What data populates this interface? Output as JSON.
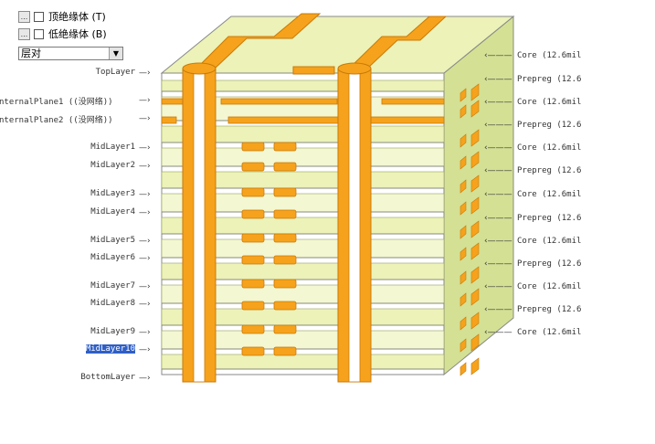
{
  "options": {
    "top_dielectric": {
      "label": "顶绝缘体 (T)",
      "checked": false
    },
    "bottom_dielectric": {
      "label": "低绝缘体 (B)",
      "checked": false
    }
  },
  "mode_select": {
    "value": "层对"
  },
  "left_labels": [
    "TopLayer",
    "nternalPlane1 ((没网络))",
    "nternalPlane2 ((没网络))",
    "MidLayer1",
    "MidLayer2",
    "MidLayer3",
    "MidLayer4",
    "MidLayer5",
    "MidLayer6",
    "MidLayer7",
    "MidLayer8",
    "MidLayer9",
    "MidLayer10",
    "BottomLayer"
  ],
  "selected_layer": "MidLayer10",
  "right_labels": [
    "Core (12.6mil",
    "Prepreg (12.6",
    "Core (12.6mil",
    "Prepreg (12.6",
    "Core (12.6mil",
    "Prepreg (12.6",
    "Core (12.6mil",
    "Prepreg (12.6",
    "Core (12.6mil",
    "Prepreg (12.6",
    "Core (12.6mil",
    "Prepreg (12.6",
    "Core (12.6mil"
  ],
  "colors": {
    "copper": "#f6a21c",
    "copper_dark": "#c87a08",
    "dielectric": "#ecf2b8",
    "dielectric_side": "#d4e094",
    "selection": "#2f5fc6"
  }
}
